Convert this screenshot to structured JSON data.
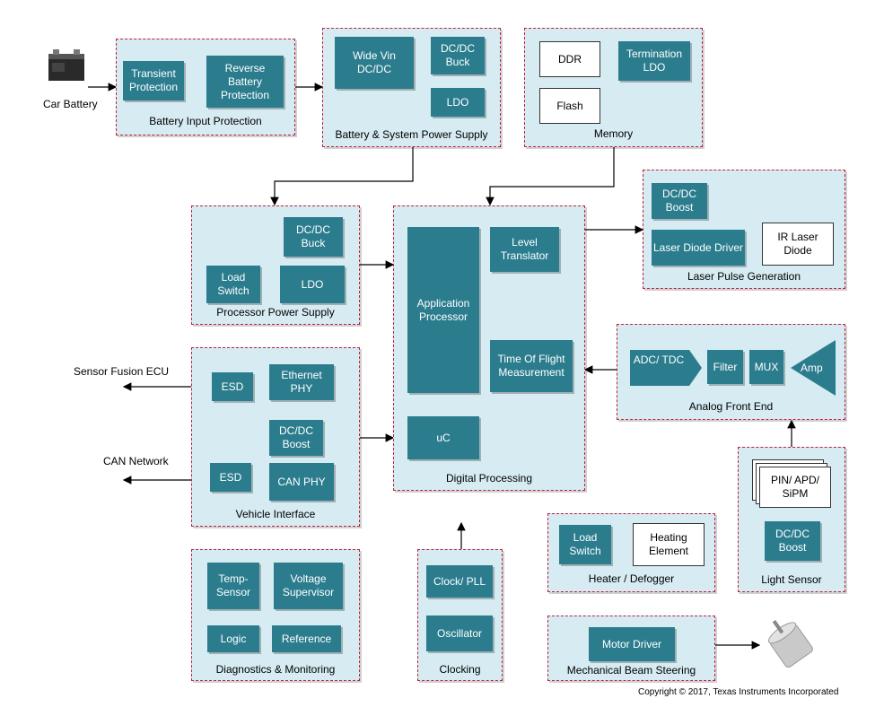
{
  "external": {
    "car_battery": "Car Battery",
    "sensor_fusion": "Sensor Fusion ECU",
    "can_network": "CAN Network",
    "copyright": "Copyright © 2017, Texas Instruments Incorporated"
  },
  "battery_protection": {
    "title": "Battery Input Protection",
    "transient": "Transient Protection",
    "reverse": "Reverse Battery Protection"
  },
  "system_power": {
    "title": "Battery & System Power Supply",
    "wide_vin": "Wide Vin DC/DC",
    "buck": "DC/DC Buck",
    "ldo": "LDO"
  },
  "memory": {
    "title": "Memory",
    "ddr": "DDR",
    "flash": "Flash",
    "termination": "Termination LDO"
  },
  "processor_power": {
    "title": "Processor Power Supply",
    "buck": "DC/DC Buck",
    "load_switch": "Load Switch",
    "ldo": "LDO"
  },
  "digital_processing": {
    "title": "Digital Processing",
    "app_processor": "Application Processor",
    "level_translator": "Level Translator",
    "tof": "Time Of Flight Measurement",
    "uc": "uC"
  },
  "laser": {
    "title": "Laser Pulse Generation",
    "boost": "DC/DC Boost",
    "driver": "Laser Diode Driver",
    "ir_diode": "IR Laser Diode"
  },
  "afe": {
    "title": "Analog Front End",
    "adc": "ADC/ TDC",
    "filter": "Filter",
    "mux": "MUX",
    "amp": "Amp"
  },
  "vehicle": {
    "title": "Vehicle Interface",
    "esd1": "ESD",
    "ethernet": "Ethernet PHY",
    "boost": "DC/DC Boost",
    "esd2": "ESD",
    "can_phy": "CAN PHY"
  },
  "diagnostics": {
    "title": "Diagnostics & Monitoring",
    "temp": "Temp- Sensor",
    "voltage": "Voltage Supervisor",
    "logic": "Logic",
    "reference": "Reference"
  },
  "clocking": {
    "title": "Clocking",
    "pll": "Clock/ PLL",
    "osc": "Oscillator"
  },
  "heater": {
    "title": "Heater / Defogger",
    "load_switch": "Load Switch",
    "element": "Heating Element"
  },
  "light_sensor": {
    "title": "Light Sensor",
    "pin": "PIN/ APD/ SiPM",
    "boost": "DC/DC Boost"
  },
  "beam": {
    "title": "Mechanical Beam Steering",
    "motor_driver": "Motor Driver"
  }
}
